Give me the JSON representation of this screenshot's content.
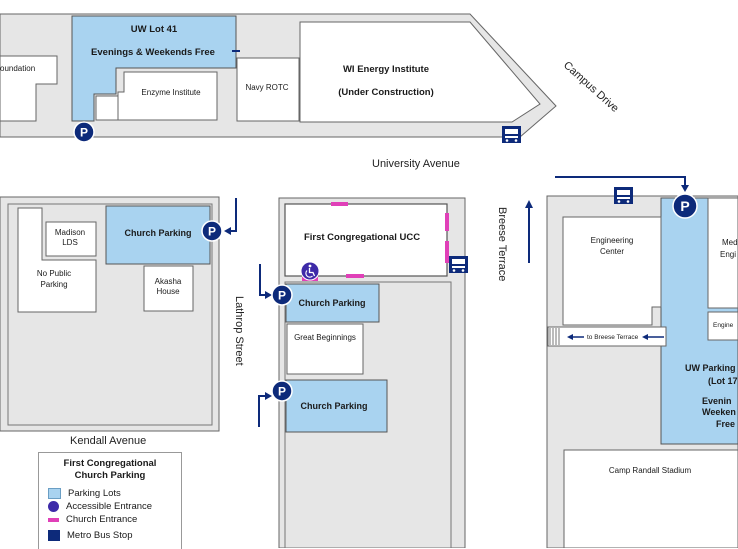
{
  "streets": {
    "campus_drive": "Campus Drive",
    "university_avenue": "University Avenue",
    "breese_terrace": "Breese Terrace",
    "lathrop_street": "Lathrop Street",
    "kendall_avenue": "Kendall Avenue"
  },
  "buildings": {
    "foundation": "oundation",
    "enzyme_institute": "Enzyme Institute",
    "navy_rotc": "Navy ROTC",
    "wi_energy_line1": "WI Energy Institute",
    "wi_energy_line2": "(Under Construction)",
    "madison_lds_line1": "Madison",
    "madison_lds_line2": "LDS",
    "no_public_line1": "No Public",
    "no_public_line2": "Parking",
    "akasha_line1": "Akasha",
    "akasha_line2": "House",
    "first_congregational": "First Congregational UCC",
    "great_beginnings": "Great Beginnings",
    "engineering_line1": "Engineering",
    "engineering_line2": "Center",
    "med_line1": "Med",
    "med_line2": "Engi",
    "engine": "Engine",
    "camp_randall": "Camp Randall Stadium"
  },
  "parking": {
    "uw_lot41_line1": "UW Lot 41",
    "uw_lot41_line2": "Evenings & Weekends Free",
    "church_parking_west": "Church Parking",
    "church_parking_north": "Church Parking",
    "church_parking_south": "Church Parking",
    "uw_lot17_line1": "UW Parking",
    "uw_lot17_line2": "(Lot 17",
    "uw_lot17_line3": "Evenin",
    "uw_lot17_line4": "Weeken",
    "uw_lot17_line5": "Free"
  },
  "paths": {
    "to_breese": "to Breese Terrace"
  },
  "symbols": {
    "parking": "P",
    "parking_icon": "parking-p-icon",
    "bus_icon": "metro-bus-icon",
    "accessible_icon": "wheelchair-icon"
  },
  "legend": {
    "title_line1": "First Congregational",
    "title_line2": "Church Parking",
    "parking_lots": "Parking Lots",
    "accessible": "Accessible Entrance",
    "church_entrance": "Church Entrance",
    "bus_stop": "Metro Bus Stop"
  },
  "colors": {
    "parking_fill": "#a9d3f0",
    "ground_gray": "#e6e6e6",
    "navy": "#0d2a7a",
    "entrance_magenta": "#e040b8",
    "accessible_purple": "#3d2aa8",
    "road_white": "#ffffff"
  }
}
